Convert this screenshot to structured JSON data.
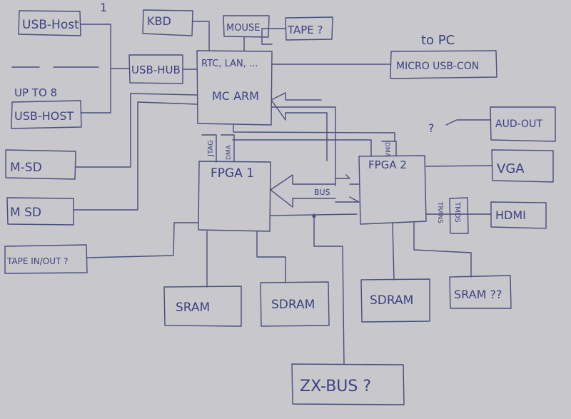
{
  "colors": {
    "paper": "#c8c7cb",
    "ink": "#4a4f7e"
  },
  "labels": {
    "one": "1",
    "usb_host_1": "USB-Host",
    "up_to_8": "UP TO 8",
    "usb_host_8": "USB-HOST",
    "usb_hub": "USB-HUB",
    "kbd": "KBD",
    "mouse": "MOUSE",
    "tape_q": "TAPE ?",
    "to_pc": "to PC",
    "micro_usb": "MICRO USB-CON",
    "rtc_lan": "RTC, LAN, ...",
    "mc_arm": "MC ARM",
    "msd1": "M-SD",
    "msd2": "M SD",
    "tape_inout": "TAPE IN/OUT ?",
    "jtag": "JTAG",
    "dma1": "DMA",
    "dma2": "DMA",
    "fpga1": "FPGA 1",
    "fpga2": "FPGA 2",
    "bus": "BUS",
    "aud_q": "?",
    "aud_out": "AUD-OUT",
    "vga": "VGA",
    "tmds": "TMDS",
    "trans": "TRANS",
    "hdmi": "HDMI",
    "sram1": "SRAM",
    "sdram1": "SDRAM",
    "sdram2": "SDRAM",
    "sram2": "SRAM ??",
    "zxbus": "ZX-BUS ?"
  }
}
